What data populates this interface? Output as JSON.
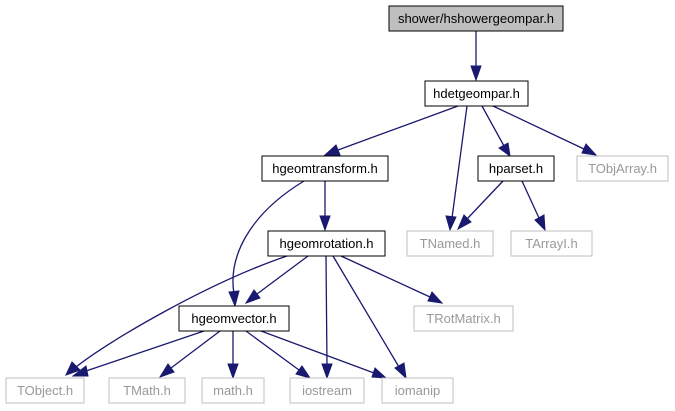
{
  "colors": {
    "edge": "#191970",
    "root_fill": "#bfbfbf",
    "internal_border": "#000000",
    "external_border": "#bfbfbf",
    "external_text": "#999999",
    "text": "#000000"
  },
  "nodes": {
    "root": "shower/hshowergeompar.h",
    "hdetgeompar": "hdetgeompar.h",
    "hgeomtransform": "hgeomtransform.h",
    "hparset": "hparset.h",
    "tobjarray": "TObjArray.h",
    "hgeomrotation": "hgeomrotation.h",
    "tnamed": "TNamed.h",
    "tarrayi": "TArrayI.h",
    "hgeomvector": "hgeomvector.h",
    "trotmatrix": "TRotMatrix.h",
    "tobject": "TObject.h",
    "tmath": "TMath.h",
    "math": "math.h",
    "iostream": "iostream",
    "iomanip": "iomanip"
  }
}
